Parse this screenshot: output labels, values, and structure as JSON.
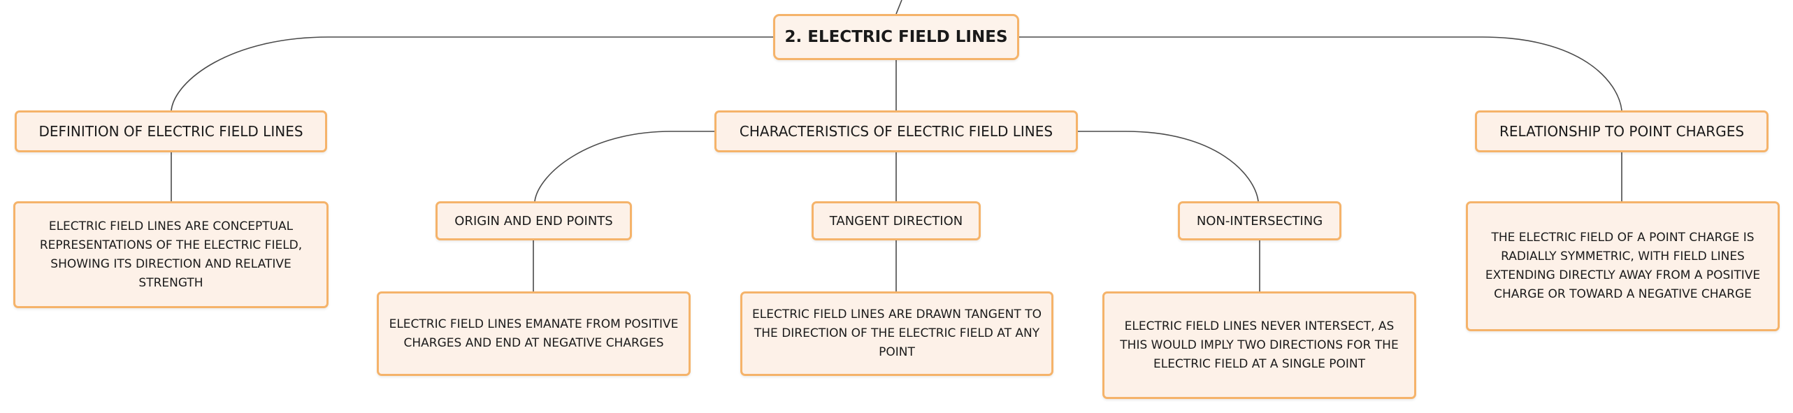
{
  "root": {
    "title": "2. ELECTRIC FIELD LINES"
  },
  "topics": {
    "definition": {
      "label": "DEFINITION OF ELECTRIC FIELD LINES",
      "detail": "ELECTRIC FIELD LINES ARE CONCEPTUAL REPRESENTATIONS OF THE ELECTRIC FIELD, SHOWING ITS DIRECTION AND RELATIVE STRENGTH"
    },
    "characteristics": {
      "label": "CHARACTERISTICS OF ELECTRIC FIELD LINES",
      "children": {
        "origin": {
          "label": "ORIGIN AND END POINTS",
          "detail": "ELECTRIC FIELD LINES EMANATE FROM POSITIVE CHARGES AND END AT NEGATIVE CHARGES"
        },
        "tangent": {
          "label": "TANGENT DIRECTION",
          "detail": "ELECTRIC FIELD LINES ARE DRAWN TANGENT TO THE DIRECTION OF THE ELECTRIC FIELD AT ANY POINT"
        },
        "nonintersecting": {
          "label": "NON-INTERSECTING",
          "detail": "ELECTRIC FIELD LINES NEVER INTERSECT, AS THIS WOULD IMPLY TWO DIRECTIONS FOR THE ELECTRIC FIELD AT A SINGLE POINT"
        }
      }
    },
    "relationship": {
      "label": "RELATIONSHIP TO POINT CHARGES",
      "detail": "THE ELECTRIC FIELD OF A POINT CHARGE IS RADIALLY SYMMETRIC, WITH FIELD LINES EXTENDING DIRECTLY AWAY FROM A POSITIVE CHARGE OR TOWARD A NEGATIVE CHARGE"
    }
  },
  "colors": {
    "node_fill": "#fdf1e8",
    "node_border": "#f5b36a",
    "connector": "#4a4a4a",
    "text": "#1a1a1a"
  }
}
